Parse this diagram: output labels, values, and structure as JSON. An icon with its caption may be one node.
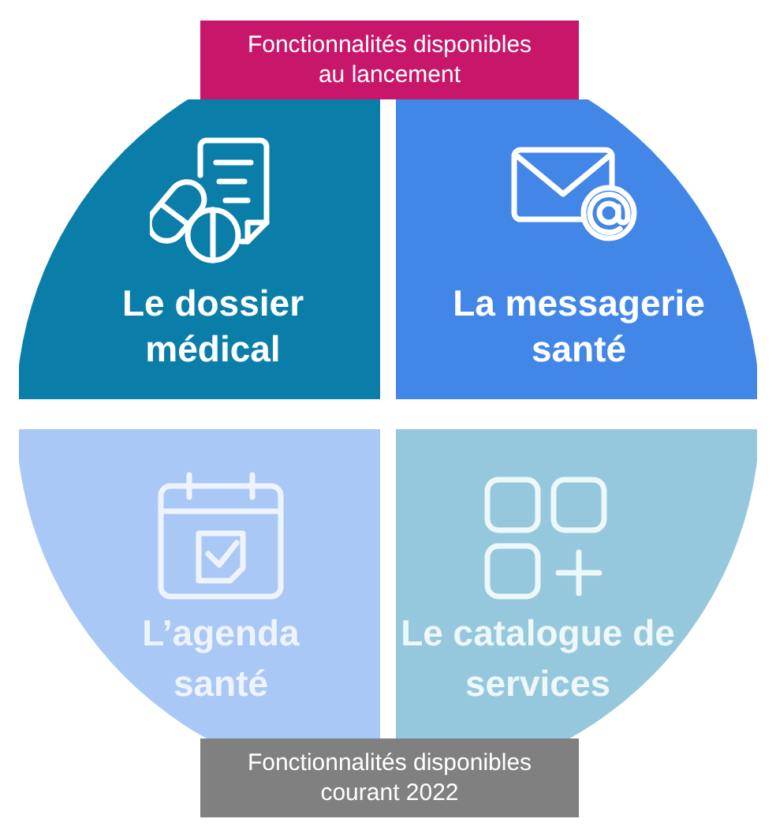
{
  "diagram": {
    "nodes": [
      {
        "text": [
          "Fonctionnalités disponibles au lancement"
        ]
      },
      {
        "text": [
          "Le dossier médical"
        ]
      },
      {
        "text": [
          "La messagerie santé"
        ]
      },
      {
        "text": [
          "L’agenda santé"
        ]
      },
      {
        "text": [
          "Le catalogue de services"
        ]
      },
      {
        "text": [
          "Fonctionnalités disponibles courant 2022"
        ]
      }
    ]
  }
}
